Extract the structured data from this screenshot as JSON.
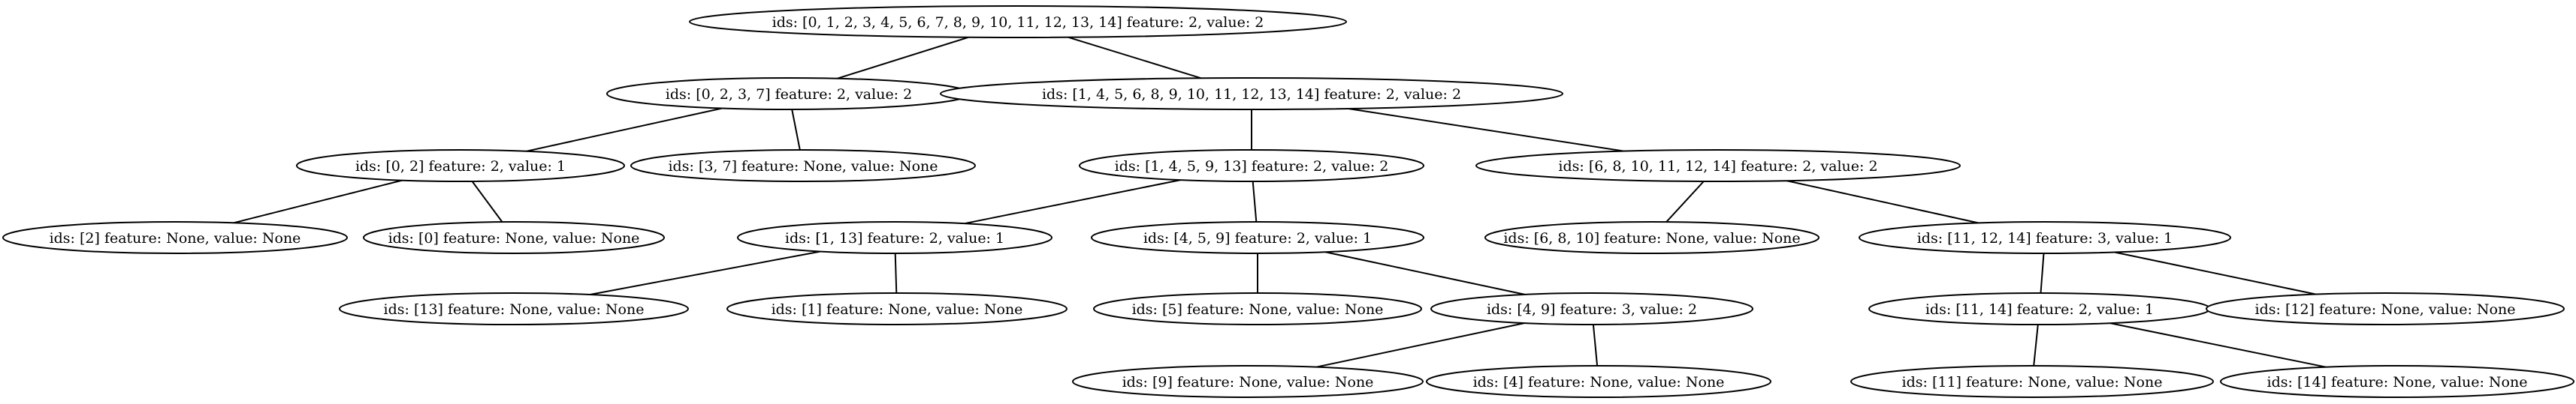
{
  "diagram": {
    "nodes": [
      {
        "id": "n0",
        "label": "ids: [0, 1, 2, 3, 4, 5, 6, 7, 8, 9, 10, 11, 12, 13, 14] feature: 2, value: 2"
      },
      {
        "id": "n1",
        "label": "ids: [0, 2, 3, 7] feature: 2, value: 2"
      },
      {
        "id": "n2",
        "label": "ids: [1, 4, 5, 6, 8, 9, 10, 11, 12, 13, 14] feature: 2, value: 2"
      },
      {
        "id": "n3",
        "label": "ids: [0, 2] feature: 2, value: 1"
      },
      {
        "id": "n4",
        "label": "ids: [3, 7] feature: None, value: None"
      },
      {
        "id": "n5",
        "label": "ids: [1, 4, 5, 9, 13] feature: 2, value: 2"
      },
      {
        "id": "n6",
        "label": "ids: [6, 8, 10, 11, 12, 14] feature: 2, value: 2"
      },
      {
        "id": "n7",
        "label": "ids: [2] feature: None, value: None"
      },
      {
        "id": "n8",
        "label": "ids: [0] feature: None, value: None"
      },
      {
        "id": "n9",
        "label": "ids: [1, 13] feature: 2, value: 1"
      },
      {
        "id": "n10",
        "label": "ids: [4, 5, 9] feature: 2, value: 1"
      },
      {
        "id": "n11",
        "label": "ids: [6, 8, 10] feature: None, value: None"
      },
      {
        "id": "n12",
        "label": "ids: [11, 12, 14] feature: 3, value: 1"
      },
      {
        "id": "n13",
        "label": "ids: [13] feature: None, value: None"
      },
      {
        "id": "n14",
        "label": "ids: [1] feature: None, value: None"
      },
      {
        "id": "n15",
        "label": "ids: [5] feature: None, value: None"
      },
      {
        "id": "n16",
        "label": "ids: [4, 9] feature: 3, value: 2"
      },
      {
        "id": "n17",
        "label": "ids: [11, 14] feature: 2, value: 1"
      },
      {
        "id": "n18",
        "label": "ids: [12] feature: None, value: None"
      },
      {
        "id": "n19",
        "label": "ids: [9] feature: None, value: None"
      },
      {
        "id": "n20",
        "label": "ids: [4] feature: None, value: None"
      },
      {
        "id": "n21",
        "label": "ids: [11] feature: None, value: None"
      },
      {
        "id": "n22",
        "label": "ids: [14] feature: None, value: None"
      }
    ],
    "edges": [
      [
        "n0",
        "n1"
      ],
      [
        "n0",
        "n2"
      ],
      [
        "n1",
        "n3"
      ],
      [
        "n1",
        "n4"
      ],
      [
        "n2",
        "n5"
      ],
      [
        "n2",
        "n6"
      ],
      [
        "n3",
        "n7"
      ],
      [
        "n3",
        "n8"
      ],
      [
        "n5",
        "n9"
      ],
      [
        "n5",
        "n10"
      ],
      [
        "n6",
        "n11"
      ],
      [
        "n6",
        "n12"
      ],
      [
        "n9",
        "n13"
      ],
      [
        "n9",
        "n14"
      ],
      [
        "n10",
        "n15"
      ],
      [
        "n10",
        "n16"
      ],
      [
        "n12",
        "n17"
      ],
      [
        "n12",
        "n18"
      ],
      [
        "n16",
        "n19"
      ],
      [
        "n16",
        "n20"
      ],
      [
        "n17",
        "n21"
      ],
      [
        "n17",
        "n22"
      ]
    ]
  }
}
